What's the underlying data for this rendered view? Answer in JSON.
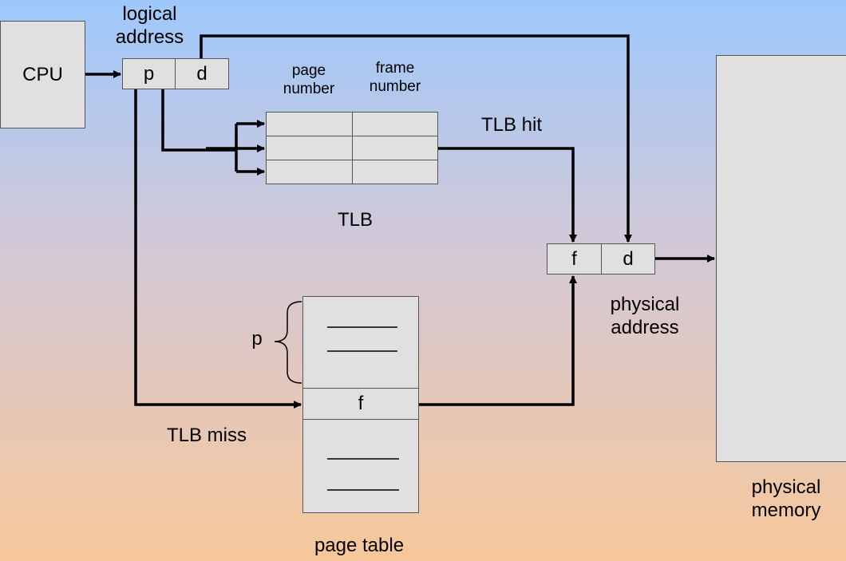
{
  "cpu": {
    "label": "CPU"
  },
  "logical_address": {
    "title_line1": "logical",
    "title_line2": "address",
    "p": "p",
    "d": "d"
  },
  "tlb": {
    "col_page": {
      "line1": "page",
      "line2": "number"
    },
    "col_frame": {
      "line1": "frame",
      "line2": "number"
    },
    "rows": 3,
    "label": "TLB"
  },
  "labels": {
    "tlb_hit": "TLB hit",
    "tlb_miss": "TLB miss",
    "physical_address_line1": "physical",
    "physical_address_line2": "address",
    "physical_memory_line1": "physical",
    "physical_memory_line2": "memory",
    "page_table": "page table",
    "brace_p": "p"
  },
  "physical_address": {
    "f": "f",
    "d": "d"
  },
  "page_table": {
    "f": "f"
  },
  "colors": {
    "background_top": "#9ec8fb",
    "background_bottom": "#f7c79a",
    "box_fill": "#e0e0e0",
    "line": "#000000"
  }
}
